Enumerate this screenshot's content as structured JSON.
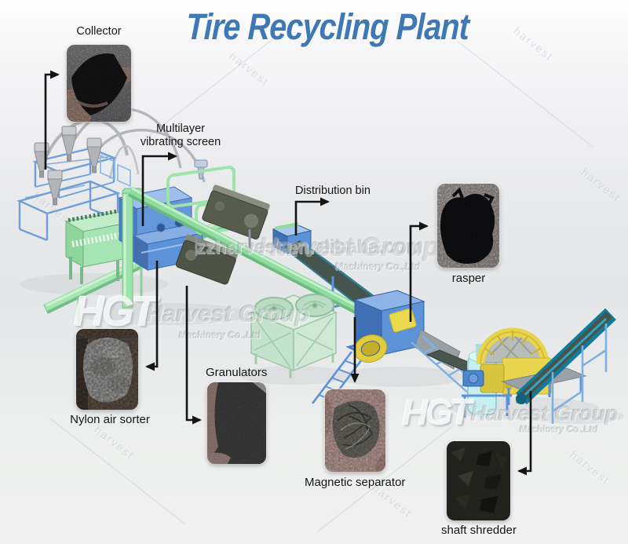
{
  "title": "Tire Recycling Plant",
  "annotations": {
    "collector": "Collector",
    "multilayer": "Multilayer\nvibrating screen",
    "distribution_bin": "Distribution bin",
    "rasper": "rasper",
    "granulators": "Granulators",
    "nylon_air_sorter": "Nylon air sorter",
    "magnetic_separator": "Magnetic separator",
    "shaft_shredder": "shaft shredder"
  },
  "watermarks": {
    "site_url": "zzharvest.en.alibaba.com",
    "brand": "Harvest Group",
    "brand_sub": "Machinery Co.,Ltd",
    "logo": "HGT",
    "diagonal_text": "harvest"
  },
  "colors": {
    "title_blue": "#3e78b5",
    "arrow_black": "#141414",
    "machine_blue": "#5c92d8",
    "machine_green": "#9fe3ac",
    "conveyor_teal": "#157a96",
    "machine_yellow": "#e8d44d",
    "background": "#e9eaec"
  }
}
